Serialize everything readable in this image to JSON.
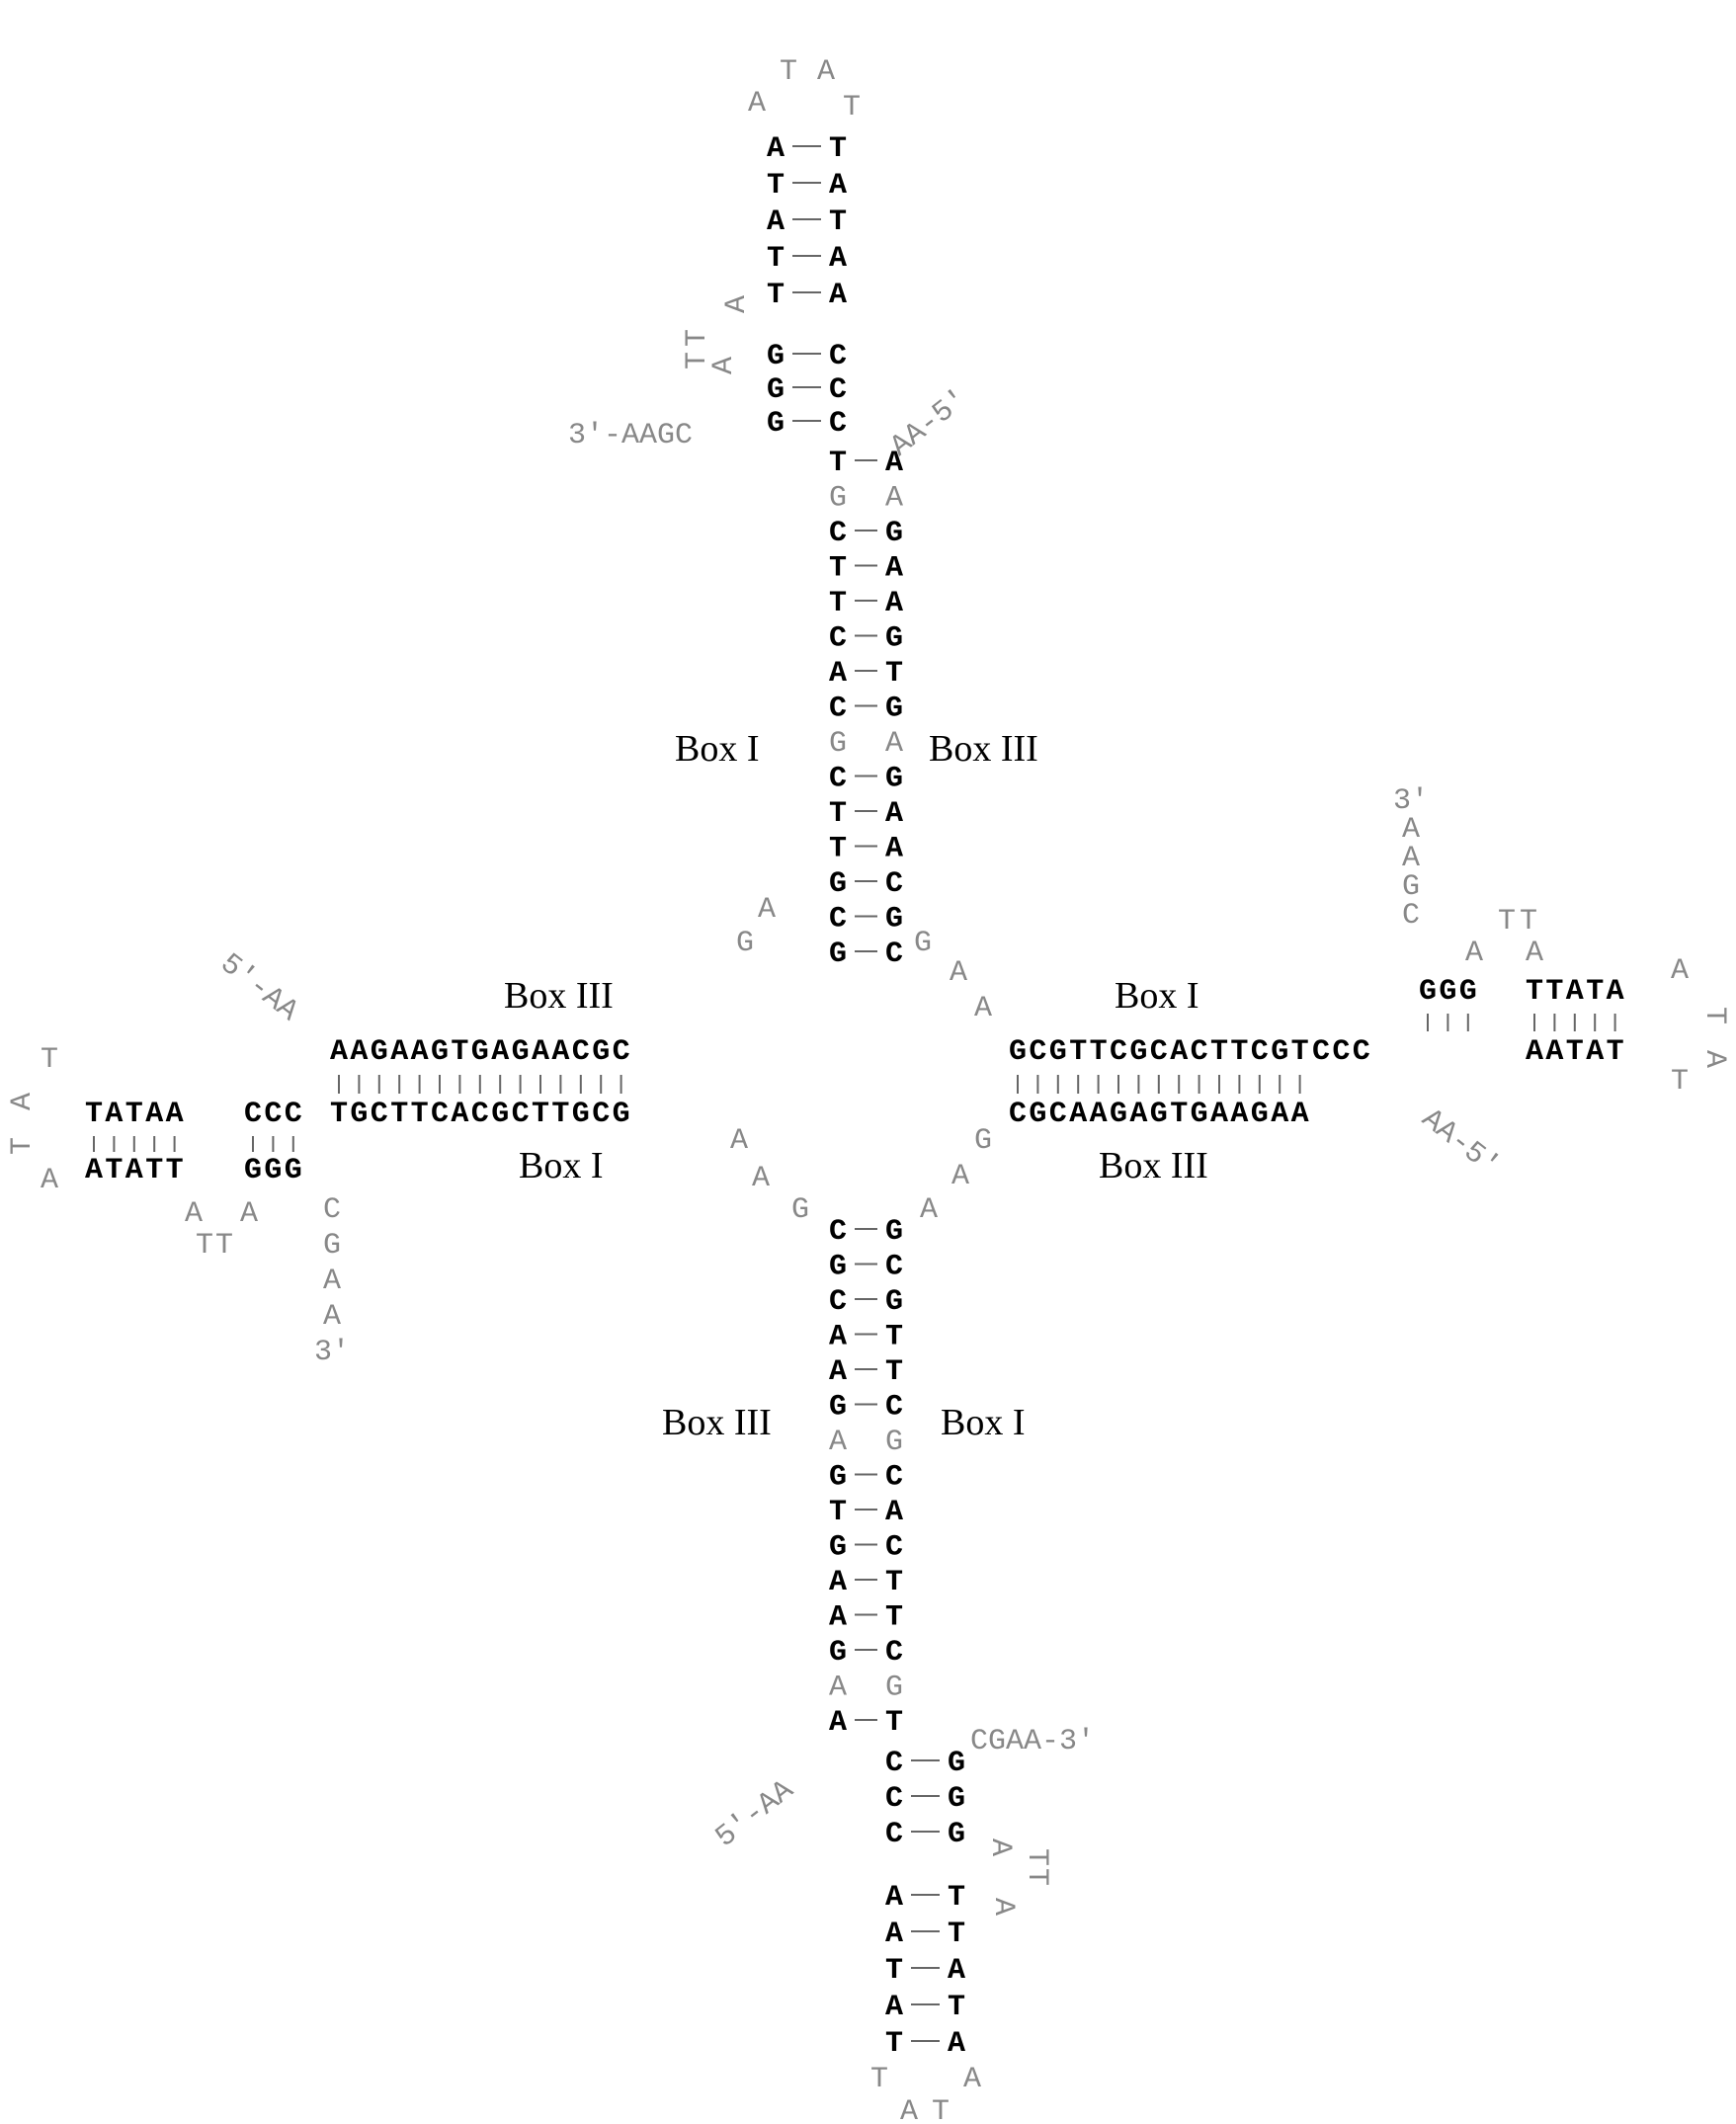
{
  "diagram": {
    "labels": {
      "top_box_i": "Box I",
      "top_box_iii": "Box III",
      "left_box_iii": "Box III",
      "left_box_i": "Box I",
      "right_box_i": "Box I",
      "right_box_iii": "Box III",
      "bottom_box_iii": "Box III",
      "bottom_box_i": "Box I"
    },
    "end_labels": {
      "top_3prime": "3'-AAGC",
      "top_5prime": "AA-5'",
      "left_5prime": "5'-AA",
      "left_3prime_tail": [
        "C",
        "G",
        "A",
        "A",
        "3'"
      ],
      "right_3prime_tail": [
        "3'",
        "A",
        "A",
        "G",
        "C"
      ],
      "right_5prime": "AA-5'",
      "bottom_5prime": "5'-AA",
      "bottom_3prime": "CGAA-3'"
    },
    "junction": {
      "top_left": [
        "G",
        "A"
      ],
      "top_right": [
        "G",
        "A",
        "A"
      ],
      "bottom_left": [
        "A",
        "A",
        "G"
      ],
      "bottom_right": [
        "G",
        "A",
        "A"
      ]
    },
    "top_arm": {
      "left_strand": [
        "T",
        "G",
        "C",
        "T",
        "T",
        "C",
        "A",
        "C",
        "G",
        "C",
        "T",
        "T",
        "G",
        "C",
        "G"
      ],
      "right_strand": [
        "A",
        "A",
        "G",
        "A",
        "A",
        "G",
        "T",
        "G",
        "A",
        "G",
        "A",
        "A",
        "C",
        "G",
        "C"
      ],
      "stem_left": [
        "G",
        "G",
        "G"
      ],
      "stem_right": [
        "C",
        "C",
        "C"
      ],
      "bulge": [
        "A",
        "T",
        "T",
        "A"
      ],
      "hairpin_left": [
        "A",
        "T",
        "A",
        "T",
        "T"
      ],
      "hairpin_right": [
        "T",
        "A",
        "T",
        "A",
        "A"
      ],
      "loop": [
        "A",
        "T",
        "A",
        "T"
      ]
    },
    "bottom_arm": {
      "left_strand": [
        "C",
        "G",
        "C",
        "A",
        "A",
        "G",
        "A",
        "G",
        "T",
        "G",
        "A",
        "A",
        "G",
        "A",
        "A"
      ],
      "right_strand": [
        "G",
        "C",
        "G",
        "T",
        "T",
        "C",
        "G",
        "C",
        "A",
        "C",
        "T",
        "T",
        "C",
        "G",
        "T"
      ],
      "stem_left": [
        "C",
        "C",
        "C"
      ],
      "stem_right": [
        "G",
        "G",
        "G"
      ],
      "bulge": [
        "A",
        "T",
        "T",
        "A"
      ],
      "hairpin_left": [
        "A",
        "A",
        "T",
        "A",
        "T"
      ],
      "hairpin_right": [
        "T",
        "T",
        "A",
        "T",
        "A"
      ],
      "loop": [
        "T",
        "A",
        "T",
        "A"
      ]
    },
    "left_arm": {
      "top_strand": "AAGAAGTGAGAACGC",
      "bottom_strand": "TGCTTCACGCTTGCG",
      "stem_top": "CCC",
      "stem_bottom": "GGG",
      "hairpin_top": "TATAA",
      "hairpin_bottom": "ATATT",
      "loop": [
        "T",
        "A",
        "T",
        "A"
      ],
      "bulge": [
        "A",
        "T",
        "T",
        "A"
      ]
    },
    "right_arm": {
      "top_strand": "GCGTTCGCACTTCGT",
      "bottom_strand": "CGCAAGAGTGAAGAA",
      "stem_top": "CCC",
      "stem_bottom": "GGG",
      "hairpin_top": "AATAT",
      "hairpin_bottom": "TTATA",
      "loop": [
        "A",
        "T",
        "A",
        "T"
      ],
      "bulge": [
        "A",
        "T",
        "T",
        "A"
      ]
    }
  }
}
